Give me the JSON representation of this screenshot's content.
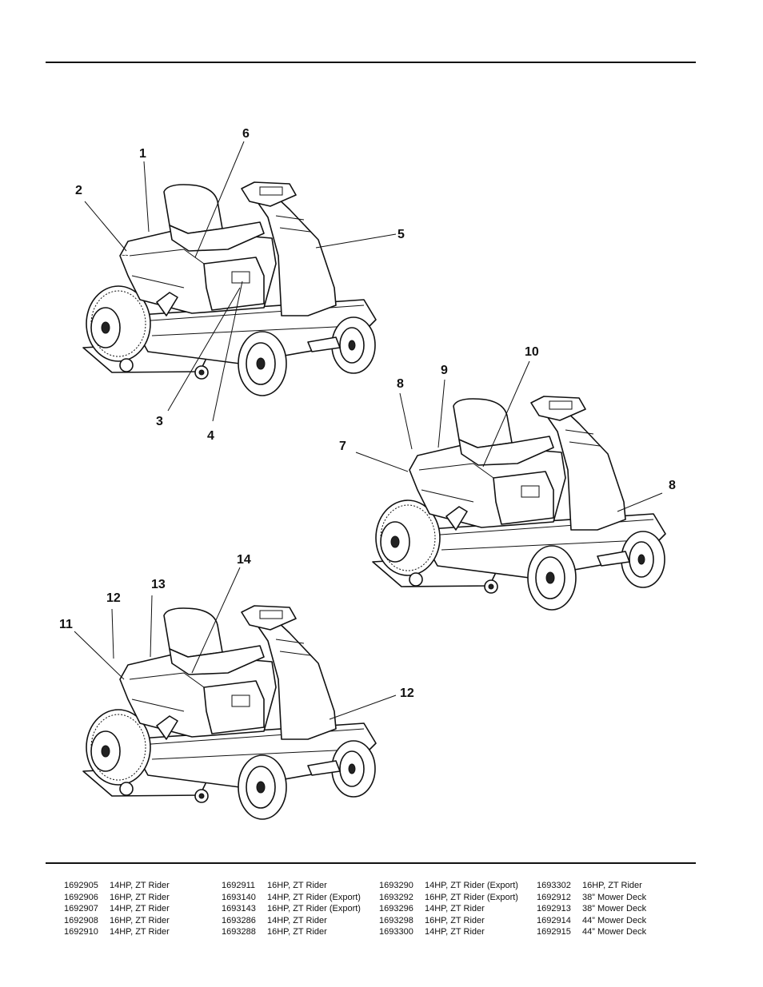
{
  "callouts": {
    "c1": "1",
    "c2": "2",
    "c3": "3",
    "c4": "4",
    "c5": "5",
    "c6": "6",
    "c7": "7",
    "c8a": "8",
    "c8b": "8",
    "c9": "9",
    "c10": "10",
    "c11": "11",
    "c12a": "12",
    "c12b": "12",
    "c13": "13",
    "c14": "14"
  },
  "icons": {
    "mower": "riding-mower-illustration"
  },
  "parts": [
    [
      {
        "number": "1692905",
        "desc": "14HP, ZT Rider"
      },
      {
        "number": "1692906",
        "desc": "16HP, ZT Rider"
      },
      {
        "number": "1692907",
        "desc": "14HP, ZT Rider"
      },
      {
        "number": "1692908",
        "desc": "16HP, ZT Rider"
      },
      {
        "number": "1692910",
        "desc": "14HP, ZT Rider"
      }
    ],
    [
      {
        "number": "1692911",
        "desc": "16HP, ZT Rider"
      },
      {
        "number": "1693140",
        "desc": "14HP, ZT Rider (Export)"
      },
      {
        "number": "1693143",
        "desc": "16HP, ZT Rider (Export)"
      },
      {
        "number": "1693286",
        "desc": "14HP, ZT Rider"
      },
      {
        "number": "1693288",
        "desc": "16HP, ZT Rider"
      }
    ],
    [
      {
        "number": "1693290",
        "desc": "14HP, ZT Rider (Export)"
      },
      {
        "number": "1693292",
        "desc": "16HP, ZT Rider (Export)"
      },
      {
        "number": "1693296",
        "desc": "14HP, ZT Rider"
      },
      {
        "number": "1693298",
        "desc": "16HP, ZT Rider"
      },
      {
        "number": "1693300",
        "desc": "14HP, ZT Rider"
      }
    ],
    [
      {
        "number": "1693302",
        "desc": "16HP, ZT Rider"
      },
      {
        "number": "1692912",
        "desc": "38” Mower Deck"
      },
      {
        "number": "1692913",
        "desc": "38” Mower Deck"
      },
      {
        "number": "1692914",
        "desc": "44” Mower Deck"
      },
      {
        "number": "1692915",
        "desc": "44” Mower Deck"
      }
    ]
  ]
}
